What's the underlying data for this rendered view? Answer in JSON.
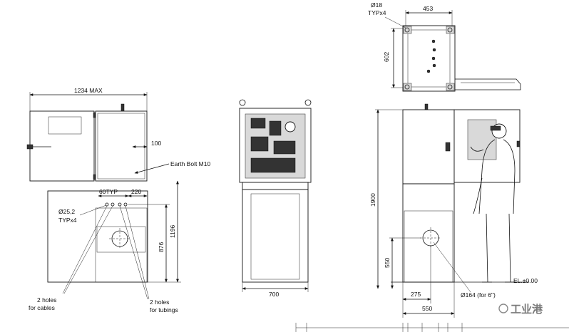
{
  "top_view": {
    "hole_label": "Ø18",
    "hole_qty": "TYPx4",
    "width_dim": "453",
    "depth_dim": "602"
  },
  "front_view": {
    "max_width_dim": "1234 MAX",
    "bolt_offset_dim": "100",
    "earth_bolt_label": "Earth Bolt M10",
    "typ60_dim": "60TYP",
    "dim_220": "220",
    "hole_dia_label": "Ø25,2",
    "hole_dia_qty": "TYPx4",
    "height_1196": "1196",
    "height_876": "876",
    "cables_note_line1": "2 holes",
    "cables_note_line2": "for cables",
    "tubings_note_line1": "2 holes",
    "tubings_note_line2": "for tubings"
  },
  "middle_view": {
    "width_dim": "700"
  },
  "side_view": {
    "height_1900": "1900",
    "height_550": "550",
    "dim_275": "275",
    "dim_550": "550",
    "elevation_label": "EL.±0.00",
    "duct_label": "Ø164 (for 6\")"
  },
  "watermark": {
    "text": "工业港"
  }
}
